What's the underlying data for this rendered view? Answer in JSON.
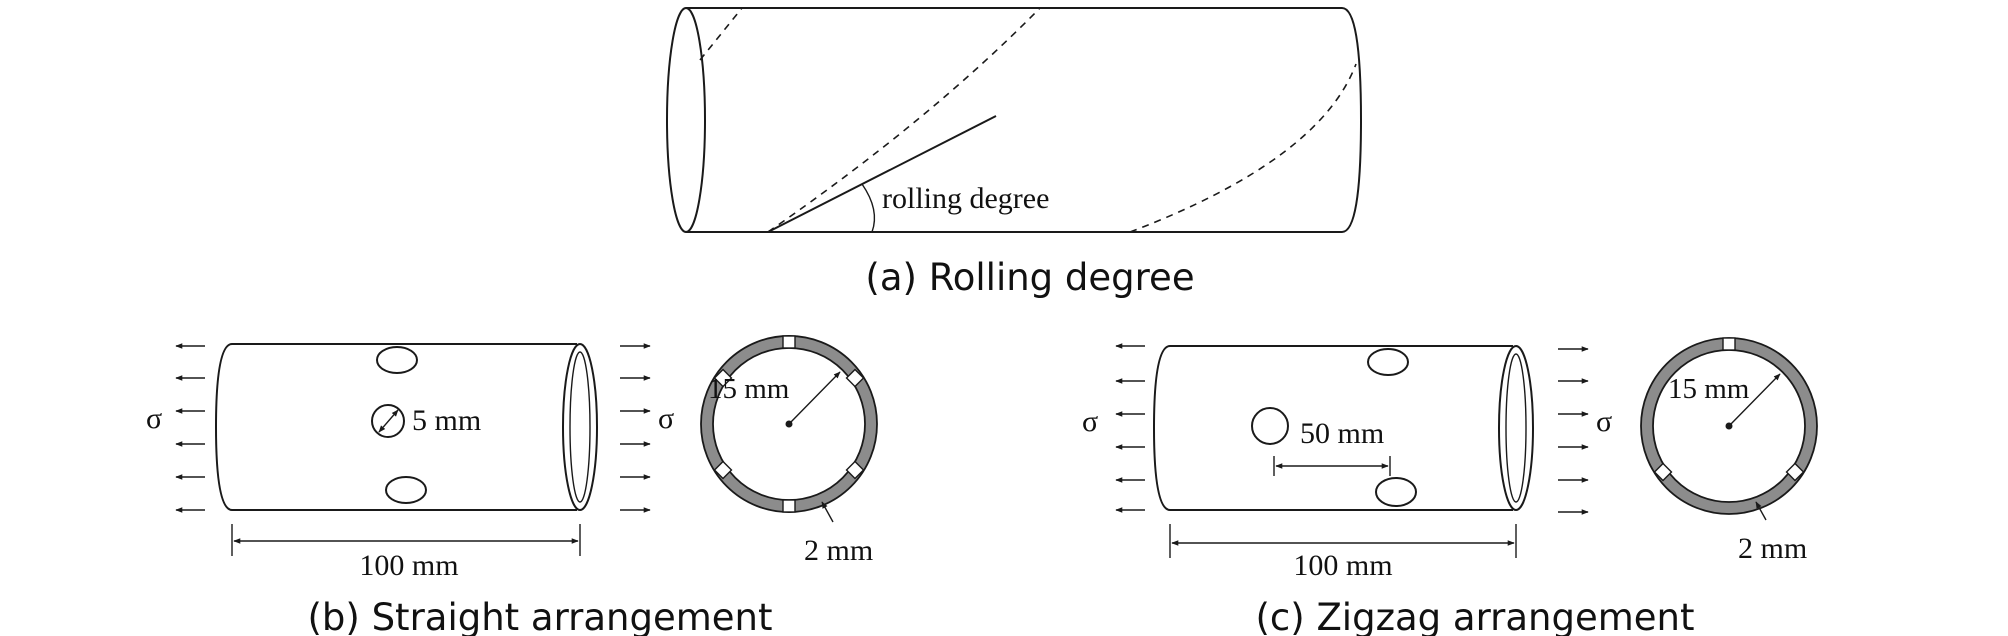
{
  "panel_a": {
    "caption": "(a) Rolling degree",
    "angle_label": "rolling degree"
  },
  "panel_b": {
    "caption": "(b) Straight arrangement",
    "stress_symbol": "σ",
    "hole_diameter_label": "5 mm",
    "length_label": "100 mm",
    "radius_label": "15 mm",
    "thickness_label": "2 mm"
  },
  "panel_c": {
    "caption": "(c) Zigzag arrangement",
    "stress_symbol": "σ",
    "spacing_label": "50 mm",
    "length_label": "100 mm",
    "radius_label": "15 mm",
    "thickness_label": "2 mm"
  }
}
